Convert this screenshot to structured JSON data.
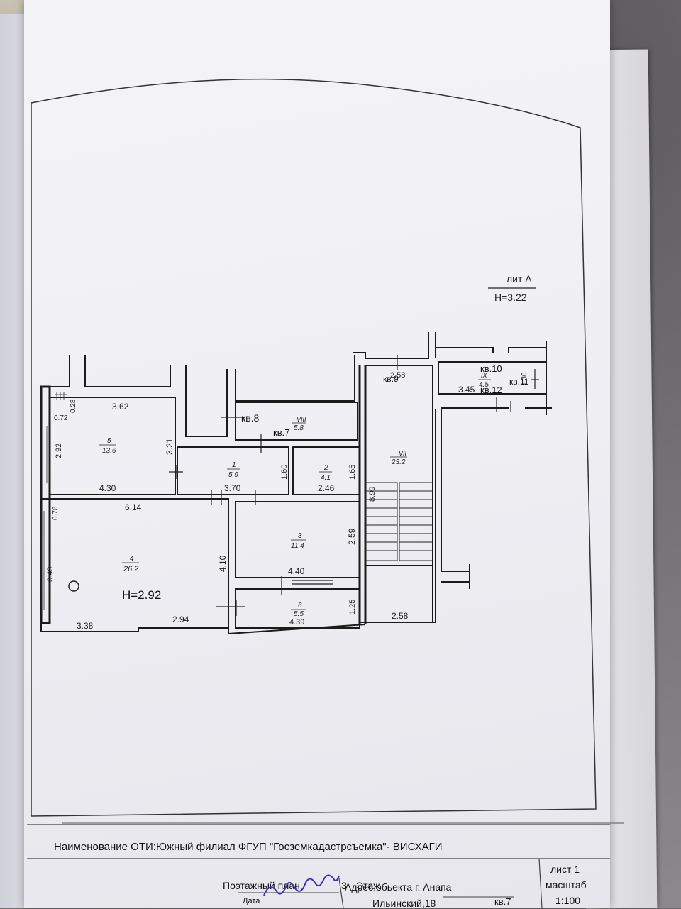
{
  "header": {
    "lit": "лит А",
    "height": "Н=3.22"
  },
  "rooms": {
    "r1": {
      "num": "1",
      "area": "5.9"
    },
    "r2": {
      "num": "2",
      "area": "4.1"
    },
    "r3": {
      "num": "3",
      "area": "11.4"
    },
    "r4": {
      "num": "4",
      "area": "26.2"
    },
    "r5": {
      "num": "5",
      "area": "13.6"
    },
    "r6": {
      "num": "6",
      "area": "5.5"
    },
    "rVII": {
      "num": "VII",
      "area": "23.2"
    },
    "rVIII": {
      "num": "VIII",
      "area": "5.8"
    },
    "rIX": {
      "num": "IX",
      "area": "4.5"
    }
  },
  "apartments": {
    "kv7": "кв.7",
    "kv8": "кв.8",
    "kv9": "кв.9",
    "kv10": "кв.10",
    "kv11": "кв.11",
    "kv12": "кв.12"
  },
  "room_height": "Н=2.92",
  "dims": {
    "d362": "3.62",
    "d028": "0.28",
    "d072": "0.72",
    "d292": "2.92",
    "d321": "3.21",
    "d430": "4.30",
    "d078": "0.78",
    "d614": "6.14",
    "d349": "3.49",
    "d338": "3.38",
    "d294": "2.94",
    "d410": "4.10",
    "d160": "1.60",
    "d370": "3.70",
    "d165": "1.65",
    "d246": "2.46",
    "d259": "2.59",
    "d440": "4.40",
    "d125": "1.25",
    "d439": "4.39",
    "d258a": "2.58",
    "d258b": "2.58",
    "d899": "8.99",
    "d345": "3.45",
    "d130": "1.30"
  },
  "title_block": {
    "org": "Наименование ОТИ:Южный филиал ФГУП \"Госземкадастрсъемка\"- ВИСХАГИ",
    "plan": "Поэтажный  план",
    "floor_num": "3",
    "floor_word": "Этаж",
    "sheet": "лист 1",
    "scale_label": "масштаб",
    "scale": "1:100",
    "date_label": "Дата",
    "address": "Адрес:обьекта г. Анапа",
    "street": "Ильинский,18",
    "apt": "кв.7"
  }
}
